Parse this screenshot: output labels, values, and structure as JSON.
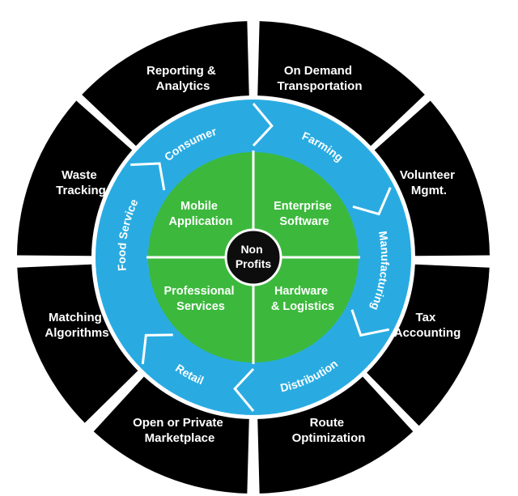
{
  "colors": {
    "outer": "#000000",
    "ring": "#29abe2",
    "inner": "#3cb93c",
    "center": "#0d0d0d",
    "divider": "#ffffff"
  },
  "outer_segments": [
    {
      "lines": [
        "Reporting &",
        "Analytics"
      ]
    },
    {
      "lines": [
        "On Demand",
        "Transportation"
      ]
    },
    {
      "lines": [
        "Volunteer",
        "Mgmt."
      ]
    },
    {
      "lines": [
        "Tax",
        "Accounting"
      ]
    },
    {
      "lines": [
        "Route",
        "Optimization"
      ]
    },
    {
      "lines": [
        "Open or Private",
        "Marketplace"
      ]
    },
    {
      "lines": [
        "Matching",
        "Algorithms"
      ]
    },
    {
      "lines": [
        "Waste",
        "Tracking"
      ]
    }
  ],
  "ring_segments": [
    {
      "label": "Consumer"
    },
    {
      "label": "Farming"
    },
    {
      "label": "Manufacturing"
    },
    {
      "label": "Distribution"
    },
    {
      "label": "Retail"
    },
    {
      "label": "Food Service"
    }
  ],
  "inner_quadrants": [
    {
      "lines": [
        "Mobile",
        "Application"
      ]
    },
    {
      "lines": [
        "Enterprise",
        "Software"
      ]
    },
    {
      "lines": [
        "Hardware",
        "& Logistics"
      ]
    },
    {
      "lines": [
        "Professional",
        "Services"
      ]
    }
  ],
  "center": {
    "lines": [
      "Non",
      "Profits"
    ]
  }
}
